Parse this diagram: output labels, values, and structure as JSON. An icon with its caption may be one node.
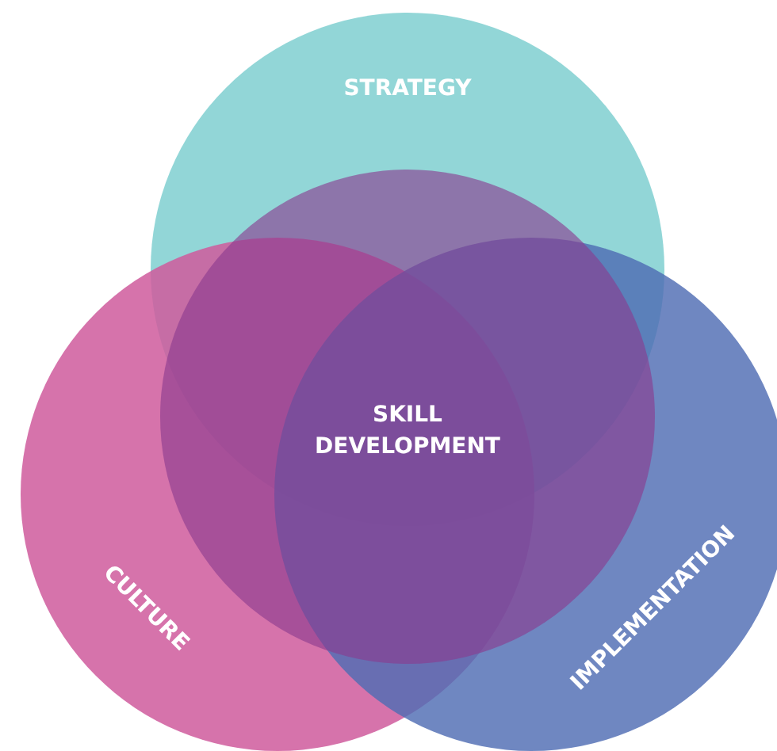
{
  "diagram": {
    "nodes": [
      {
        "text": [
          "STRATEGY"
        ]
      },
      {
        "text": [
          "SKILL DEVELOPMENT"
        ]
      },
      {
        "text": [
          "CULTURE"
        ]
      },
      {
        "text": [
          "IMPLEMENTATION"
        ]
      }
    ]
  }
}
